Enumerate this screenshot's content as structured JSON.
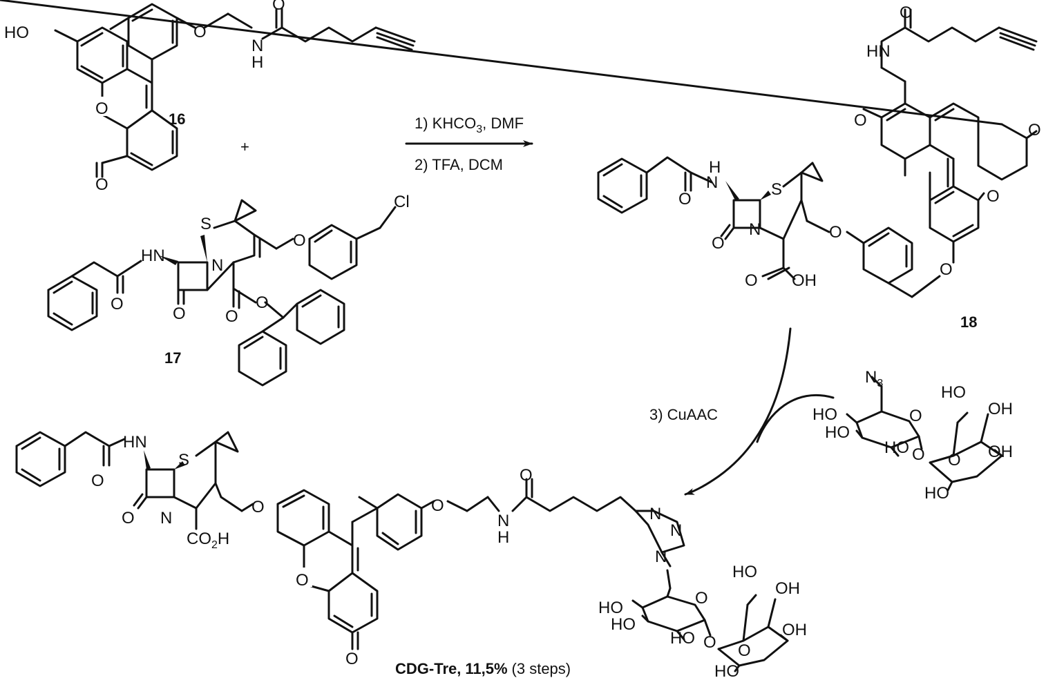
{
  "compounds": {
    "c16": "16",
    "c17": "17",
    "c18": "18",
    "product_name": "CDG-Tre,",
    "product_yield": "11,5%",
    "product_steps": "(3 steps)"
  },
  "plus_sign": "+",
  "conditions": {
    "step1_prefix": "1) KHCO",
    "step1_sub": "3",
    "step1_suffix": ", DMF",
    "step2": "2) TFA, DCM",
    "step3": "3) CuAAC"
  },
  "atoms": {
    "HO": "HO",
    "OH": "OH",
    "O": "O",
    "N": "N",
    "NH": "NH",
    "HN": "HN",
    "H": "H",
    "S": "S",
    "Cl": "Cl",
    "N3_main": "N",
    "N3_sub": "3",
    "CO2H_main": "CO",
    "CO2H_sub": "2",
    "CO2H_tail": "H"
  },
  "colors": {
    "ink": "#111111",
    "background": "#ffffff"
  }
}
